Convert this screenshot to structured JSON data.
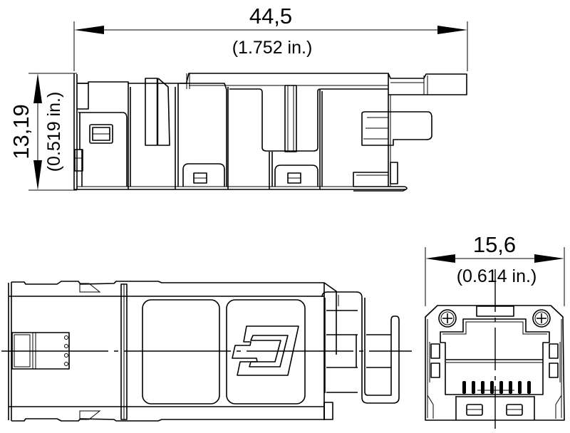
{
  "drawing": {
    "title": "RJ45 connector dimensional drawing",
    "line_color": "#000000",
    "background": "#ffffff"
  },
  "dimensions": {
    "length": {
      "metric": "44,5",
      "imperial": "(1.752 in.)"
    },
    "height": {
      "metric": "13,19",
      "imperial": "(0.519 in.)"
    },
    "width": {
      "metric": "15,6",
      "imperial": "(0.614 in.)"
    }
  },
  "views": {
    "side": "side-view",
    "top": "top-view",
    "front": "front-view"
  },
  "front_view": {
    "contact_pins": 8,
    "screws": 2
  }
}
